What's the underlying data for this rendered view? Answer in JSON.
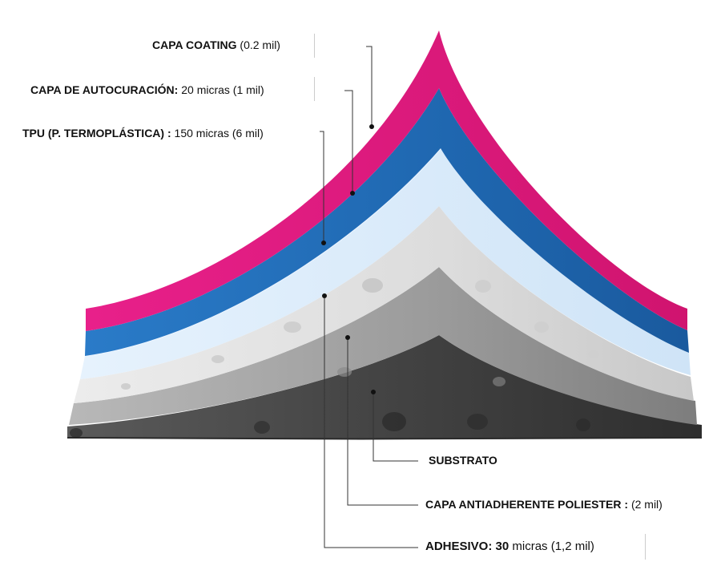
{
  "layers": {
    "coating": {
      "name": "CAPA COATING",
      "thickness": "(0.2 mil)",
      "color": "#e0197d"
    },
    "autocuracion": {
      "name": "CAPA DE AUTOCURACIÓN:",
      "thickness": "20 micras (1 mil)",
      "color": "#2170bd"
    },
    "tpu": {
      "name": "TPU (P. TERMOPLÁSTICA) :",
      "thickness": "150 micras (6 mil)",
      "color": "#d9ecfb"
    },
    "adhesivo": {
      "name": "ADHESIVO:",
      "value": "30",
      "thickness": "micras (1,2 mil)",
      "color": "#e6e6e6"
    },
    "poliester": {
      "name": "CAPA ANTIADHERENTE POLIESTER :",
      "thickness": "(2 mil)",
      "color": "#a9a9a9"
    },
    "substrato": {
      "name": "SUBSTRATO",
      "color": "#4a4a4a"
    }
  }
}
